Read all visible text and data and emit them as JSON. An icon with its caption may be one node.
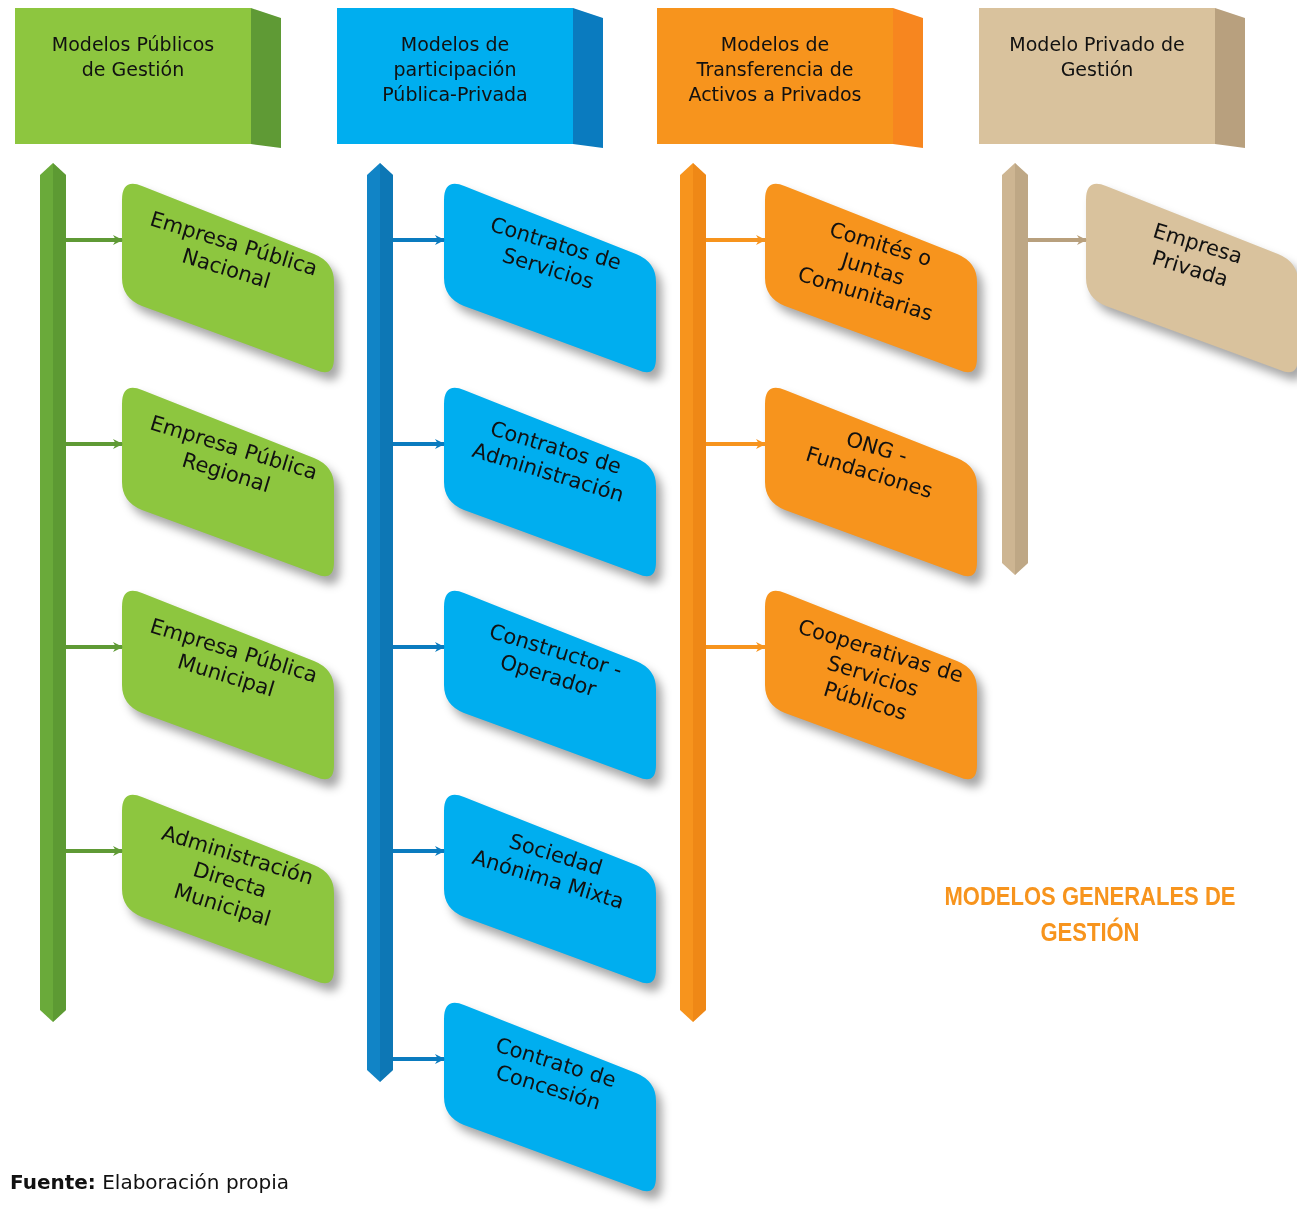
{
  "diagram": {
    "title": "MODELOS GENERALES DE GESTIÓN",
    "caption": "**Fuente:** Elaboración propia",
    "nodes": [
      {
        "text": [
          "Modelos Públicos de Gestión"
        ]
      },
      {
        "text": [],
        "shape": "bar"
      },
      {
        "text": [
          "Empresa Pública Nacional"
        ]
      },
      {
        "text": [
          "Empresa Pública Regional"
        ]
      },
      {
        "text": [
          "Empresa Pública Municipal"
        ]
      },
      {
        "text": [
          "Administración Directa Municipal"
        ]
      },
      {
        "text": [
          "Modelos de participación Pública-Privada"
        ]
      },
      {
        "text": [],
        "shape": "bar"
      },
      {
        "text": [
          "Contratos de Servicios"
        ]
      },
      {
        "text": [
          "Contratos de Administración"
        ]
      },
      {
        "text": [
          "Constructor - Operador"
        ]
      },
      {
        "text": [
          "Sociedad Anónima Mixta"
        ]
      },
      {
        "text": [
          "Contrato de Concesión"
        ]
      },
      {
        "text": [
          "Modelos de Transferencia de Activos a Privados"
        ]
      },
      {
        "text": [],
        "shape": "bar"
      },
      {
        "text": [
          "Comités o Juntas Comunitarias"
        ]
      },
      {
        "text": [
          "ONG - Fundaciones"
        ]
      },
      {
        "text": [
          "Cooperativas de Servicios Públicos"
        ]
      },
      {
        "text": [
          "Modelo Privado de Gestión"
        ]
      },
      {
        "text": [],
        "shape": "bar"
      },
      {
        "text": [
          "Empresa Privada"
        ]
      }
    ],
    "edges": [
      {
        "from": 1,
        "to": 2,
        "arrow": "to",
        "color": "#5f9a35"
      },
      {
        "from": 1,
        "to": 3,
        "arrow": "to",
        "color": "#5f9a35"
      },
      {
        "from": 1,
        "to": 4,
        "arrow": "to",
        "color": "#5f9a35"
      },
      {
        "from": 1,
        "to": 5,
        "arrow": "to",
        "color": "#5f9a35"
      },
      {
        "from": 7,
        "to": 8,
        "arrow": "to"
      },
      {
        "from": 7,
        "to": 9,
        "arrow": "to"
      },
      {
        "from": 7,
        "to": 10,
        "arrow": "to"
      },
      {
        "from": 7,
        "to": 11,
        "arrow": "to"
      },
      {
        "from": 7,
        "to": 12,
        "arrow": "to"
      },
      {
        "from": 14,
        "to": 15,
        "arrow": "to",
        "color": "#f7941d"
      },
      {
        "from": 14,
        "to": 16,
        "arrow": "to",
        "color": "#f7941d"
      },
      {
        "from": 14,
        "to": 17,
        "arrow": "to",
        "color": "#f7941d"
      },
      {
        "from": 19,
        "to": 20,
        "arrow": "to",
        "color": "#b8a07e"
      }
    ]
  }
}
